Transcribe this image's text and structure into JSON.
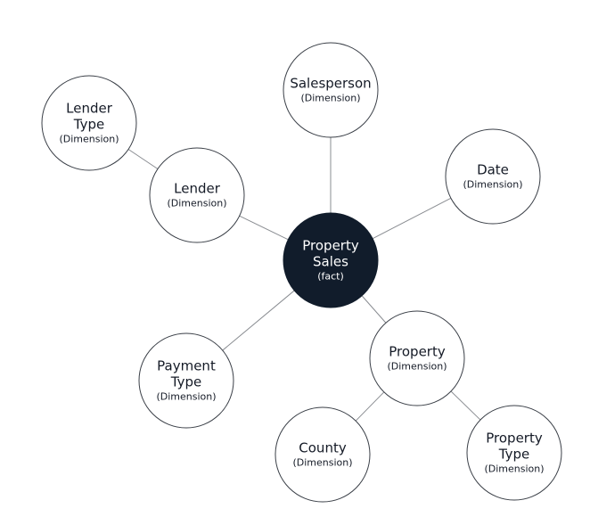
{
  "colors": {
    "fact_fill": "#111c2b",
    "node_stroke": "#3a3f47",
    "edge_stroke": "#8a8d92",
    "background": "#ffffff"
  },
  "nodes": {
    "fact": {
      "title": "Property\nSales",
      "subtitle": "(fact)"
    },
    "salesperson": {
      "title": "Salesperson",
      "subtitle": "(Dimension)"
    },
    "date": {
      "title": "Date",
      "subtitle": "(Dimension)"
    },
    "lender": {
      "title": "Lender",
      "subtitle": "(Dimension)"
    },
    "lender_type": {
      "title": "Lender\nType",
      "subtitle": "(Dimension)"
    },
    "payment_type": {
      "title": "Payment\nType",
      "subtitle": "(Dimension)"
    },
    "property": {
      "title": "Property",
      "subtitle": "(Dimension)"
    },
    "county": {
      "title": "County",
      "subtitle": "(Dimension)"
    },
    "property_type": {
      "title": "Property\nType",
      "subtitle": "(Dimension)"
    }
  },
  "edges": [
    [
      "fact",
      "salesperson"
    ],
    [
      "fact",
      "date"
    ],
    [
      "fact",
      "lender"
    ],
    [
      "lender",
      "lender_type"
    ],
    [
      "fact",
      "payment_type"
    ],
    [
      "fact",
      "property"
    ],
    [
      "property",
      "county"
    ],
    [
      "property",
      "property_type"
    ]
  ]
}
